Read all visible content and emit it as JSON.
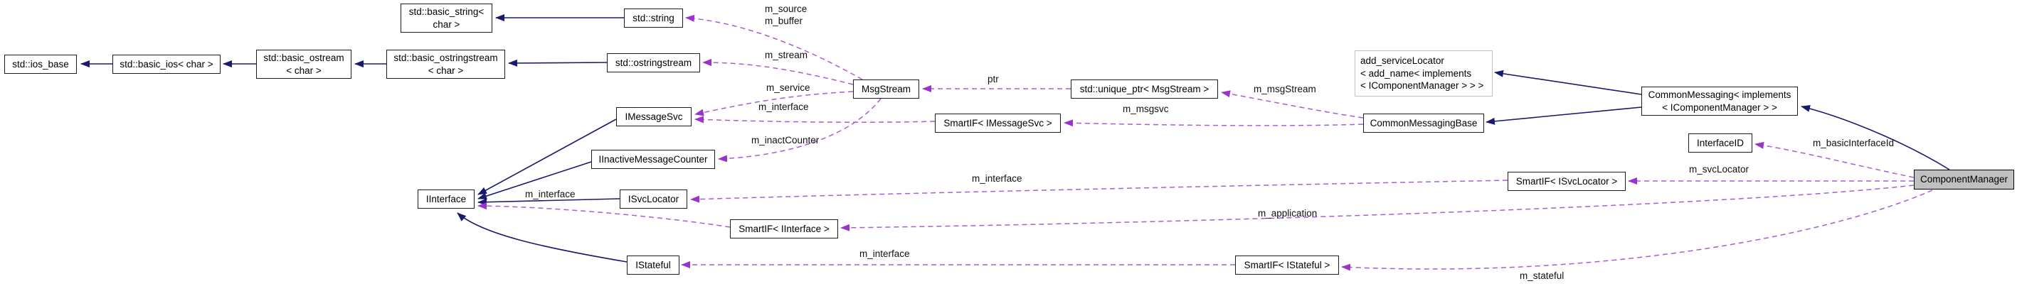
{
  "diagram": {
    "kind": "doxygen-collaboration-graph",
    "current_class": "ComponentManager",
    "colors": {
      "inheritance_edge": "#191970",
      "usage_edge": "#9a32cd",
      "node_background": "#ffffff",
      "node_border": "#000000",
      "current_node_background": "#c0c0c0",
      "external_node_border": "#c2c2c2"
    },
    "nodes": [
      {
        "id": "std-ios-base",
        "label": "std::ios_base",
        "kind": "class"
      },
      {
        "id": "std-basic-ios",
        "label": "std::basic_ios< char >",
        "kind": "class"
      },
      {
        "id": "std-basic-ostream",
        "label": "std::basic_ostream\n< char >",
        "kind": "class"
      },
      {
        "id": "std-basic-ostringstream",
        "label": "std::basic_ostringstream\n< char >",
        "kind": "class"
      },
      {
        "id": "std-basic-string",
        "label": "std::basic_string<\nchar >",
        "kind": "class"
      },
      {
        "id": "std-string",
        "label": "std::string",
        "kind": "class"
      },
      {
        "id": "std-ostringstream",
        "label": "std::ostringstream",
        "kind": "class"
      },
      {
        "id": "msgstream",
        "label": "MsgStream",
        "kind": "class"
      },
      {
        "id": "unique-ptr-msgstream",
        "label": "std::unique_ptr< MsgStream >",
        "kind": "class"
      },
      {
        "id": "imessagesvc",
        "label": "IMessageSvc",
        "kind": "class"
      },
      {
        "id": "iinactivemessagecounter",
        "label": "IInactiveMessageCounter",
        "kind": "class"
      },
      {
        "id": "iinterface",
        "label": "IInterface",
        "kind": "class"
      },
      {
        "id": "isvclocator",
        "label": "ISvcLocator",
        "kind": "class"
      },
      {
        "id": "smartif-imessagesvc",
        "label": "SmartIF< IMessageSvc >",
        "kind": "class"
      },
      {
        "id": "smartif-iinterface",
        "label": "SmartIF< IInterface >",
        "kind": "class"
      },
      {
        "id": "istateful",
        "label": "IStateful",
        "kind": "class"
      },
      {
        "id": "smartif-istateful",
        "label": "SmartIF< IStateful >",
        "kind": "class"
      },
      {
        "id": "add-servicelocator",
        "label": "add_serviceLocator\n< add_name< implements\n< IComponentManager > > >",
        "kind": "external"
      },
      {
        "id": "commonmessagingbase",
        "label": "CommonMessagingBase",
        "kind": "class"
      },
      {
        "id": "commonmessaging",
        "label": "CommonMessaging< implements\n< IComponentManager > >",
        "kind": "class"
      },
      {
        "id": "interfaceid",
        "label": "InterfaceID",
        "kind": "class"
      },
      {
        "id": "smartif-isvclocator",
        "label": "SmartIF< ISvcLocator >",
        "kind": "class"
      },
      {
        "id": "componentmanager",
        "label": "ComponentManager",
        "kind": "current"
      }
    ],
    "inheritance_edges": [
      {
        "from": "std-basic-ios",
        "to": "std-ios-base"
      },
      {
        "from": "std-basic-ostream",
        "to": "std-basic-ios"
      },
      {
        "from": "std-basic-ostringstream",
        "to": "std-basic-ostream"
      },
      {
        "from": "std-string",
        "to": "std-basic-string"
      },
      {
        "from": "std-ostringstream",
        "to": "std-basic-ostringstream"
      },
      {
        "from": "imessagesvc",
        "to": "iinterface"
      },
      {
        "from": "iinactivemessagecounter",
        "to": "iinterface"
      },
      {
        "from": "isvclocator",
        "to": "iinterface"
      },
      {
        "from": "istateful",
        "to": "iinterface"
      },
      {
        "from": "commonmessaging",
        "to": "add-servicelocator"
      },
      {
        "from": "commonmessaging",
        "to": "commonmessagingbase"
      },
      {
        "from": "componentmanager",
        "to": "commonmessaging"
      }
    ],
    "usage_edges": [
      {
        "from": "msgstream",
        "to": "std-string",
        "label": "m_source\nm_buffer"
      },
      {
        "from": "msgstream",
        "to": "std-ostringstream",
        "label": "m_stream"
      },
      {
        "from": "msgstream",
        "to": "imessagesvc",
        "label": "m_service"
      },
      {
        "from": "smartif-imessagesvc",
        "to": "imessagesvc",
        "label": "m_interface"
      },
      {
        "from": "msgstream",
        "to": "iinactivemessagecounter",
        "label": "m_inactCounter"
      },
      {
        "from": "unique-ptr-msgstream",
        "to": "msgstream",
        "label": "ptr"
      },
      {
        "from": "commonmessagingbase",
        "to": "unique-ptr-msgstream",
        "label": "m_msgStream"
      },
      {
        "from": "commonmessagingbase",
        "to": "smartif-imessagesvc",
        "label": "m_msgsvc"
      },
      {
        "from": "smartif-isvclocator",
        "to": "isvclocator",
        "label": "m_interface"
      },
      {
        "from": "smartif-iinterface",
        "to": "iinterface",
        "label": "m_interface"
      },
      {
        "from": "smartif-istateful",
        "to": "istateful",
        "label": "m_interface"
      },
      {
        "from": "componentmanager",
        "to": "interfaceid",
        "label": "m_basicInterfaceId"
      },
      {
        "from": "componentmanager",
        "to": "smartif-isvclocator",
        "label": "m_svcLocator"
      },
      {
        "from": "componentmanager",
        "to": "smartif-iinterface",
        "label": "m_application"
      },
      {
        "from": "componentmanager",
        "to": "smartif-istateful",
        "label": "m_stateful"
      }
    ]
  }
}
